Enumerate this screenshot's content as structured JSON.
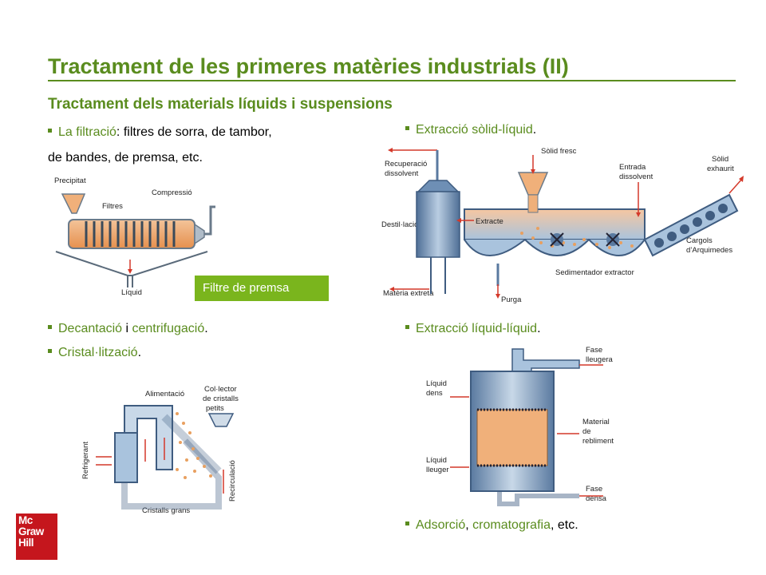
{
  "title": "Tractament de les primeres matèries industrials (II)",
  "subtitle": "Tractament dels materials líquids i suspensions",
  "bullets": {
    "filtracio": {
      "link": "La filtració",
      "rest": ": filtres de sorra, de tambor,",
      "line2": "de bandes, de premsa, etc."
    },
    "solid_liquid": {
      "link": "Extracció sòlid-líquid",
      "tail": "."
    },
    "decantacio": {
      "link1": "Decantació",
      "mid": " i ",
      "link2": "centrifugació",
      "tail": "."
    },
    "cristal": {
      "link": "Cristal·lització",
      "tail": "."
    },
    "liquid_liquid": {
      "link": "Extracció líquid-líquid",
      "tail": "."
    },
    "adsorcio": {
      "link1": "Adsorció",
      "sep": ", ",
      "link2": "cromatografia",
      "tail": ", etc."
    }
  },
  "filter_diagram": {
    "labels": {
      "precipitat": "Precipitat",
      "filtres": "Filtres",
      "compressio": "Compressió",
      "liquid": "Líquid"
    },
    "caption": "Filtre de premsa"
  },
  "extraction_diagram": {
    "labels": {
      "recuperacio1": "Recuperació",
      "recuperacio2": "dissolvent",
      "solid_fresc": "Sòlid fresc",
      "entrada1": "Entrada",
      "entrada2": "dissolvent",
      "solid_exh1": "Sòlid",
      "solid_exh2": "exhaurit",
      "destillacio": "Destil·lació",
      "extracte": "Extracte",
      "cargols1": "Cargols",
      "cargols2": "d’Arquimedes",
      "sedimentador": "Sedimentador extractor",
      "materia": "Matèria extreta",
      "purga": "Purga"
    }
  },
  "crystal_diagram": {
    "labels": {
      "alimentacio": "Alimentació",
      "collector1": "Col·lector",
      "collector2": "de cristalls",
      "collector3": "petits",
      "refrigerant": "Refrigerant",
      "recirculacio": "Recirculació",
      "cristalls_grans": "Cristalls grans"
    }
  },
  "liquid_diagram": {
    "labels": {
      "fase_lleugera1": "Fase",
      "fase_lleugera2": "lleugera",
      "liquid_dens1": "Líquid",
      "liquid_dens2": "dens",
      "material1": "Material",
      "material2": "de",
      "material3": "rebliment",
      "liquid_lleuger1": "Líquid",
      "liquid_lleuger2": "lleuger",
      "fase_densa1": "Fase",
      "fase_densa2": "densa"
    }
  },
  "logo": {
    "line1": "Mc",
    "line2": "Graw",
    "line3": "Hill"
  },
  "colors": {
    "accent": "#5a8c1e",
    "caption_bg": "#7ab51d",
    "logo_bg": "#c5161d",
    "arrow": "#d4392a"
  }
}
